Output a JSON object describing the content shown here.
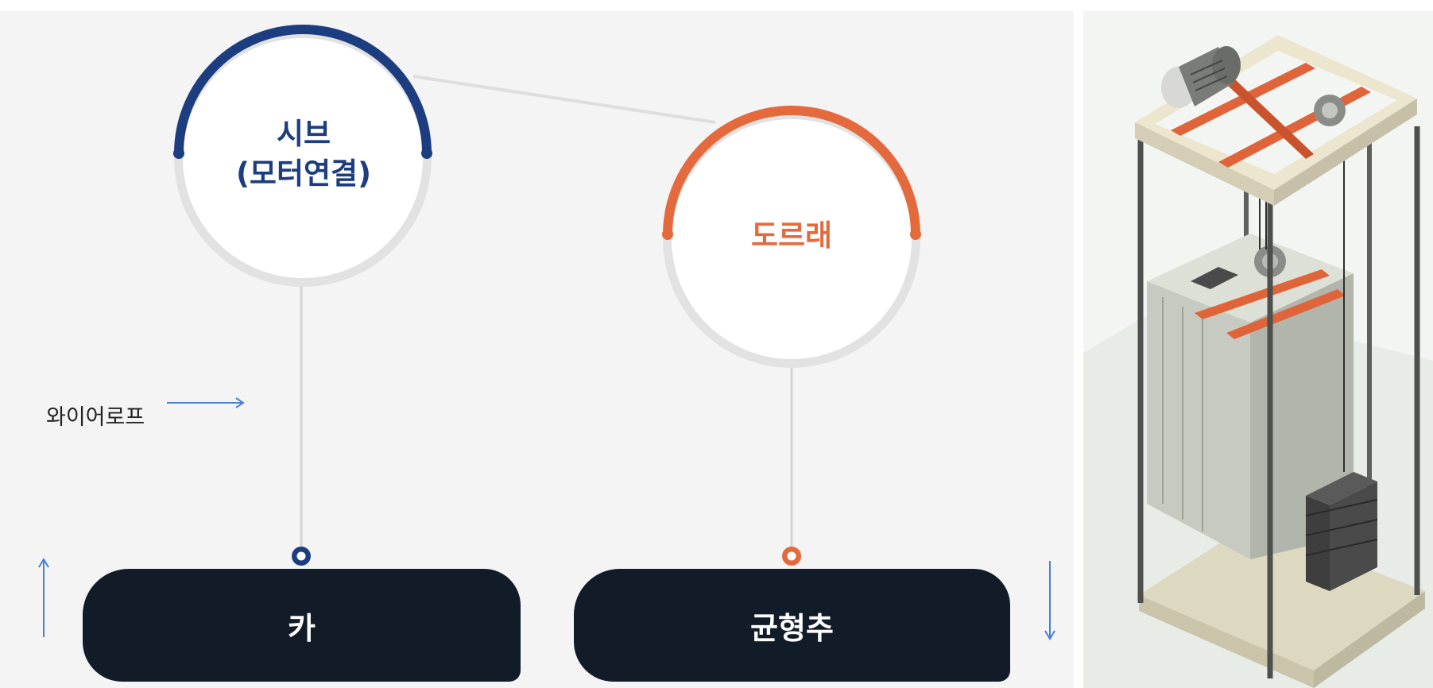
{
  "diagram": {
    "sheave": {
      "line1": "시브",
      "line2": "(모터연결)",
      "accent_color": "#1c3d7f"
    },
    "pulley": {
      "label": "도르래",
      "accent_color": "#e46a3e"
    },
    "wire_rope_label": "와이어로프",
    "car_label": "카",
    "counterweight_label": "균형추",
    "block_color": "#121c28",
    "arrow_color": "#4a7fd6",
    "car_direction": "up",
    "counterweight_direction": "down"
  },
  "illustration": {
    "subject": "elevator-shaft-isometric-illustration"
  }
}
